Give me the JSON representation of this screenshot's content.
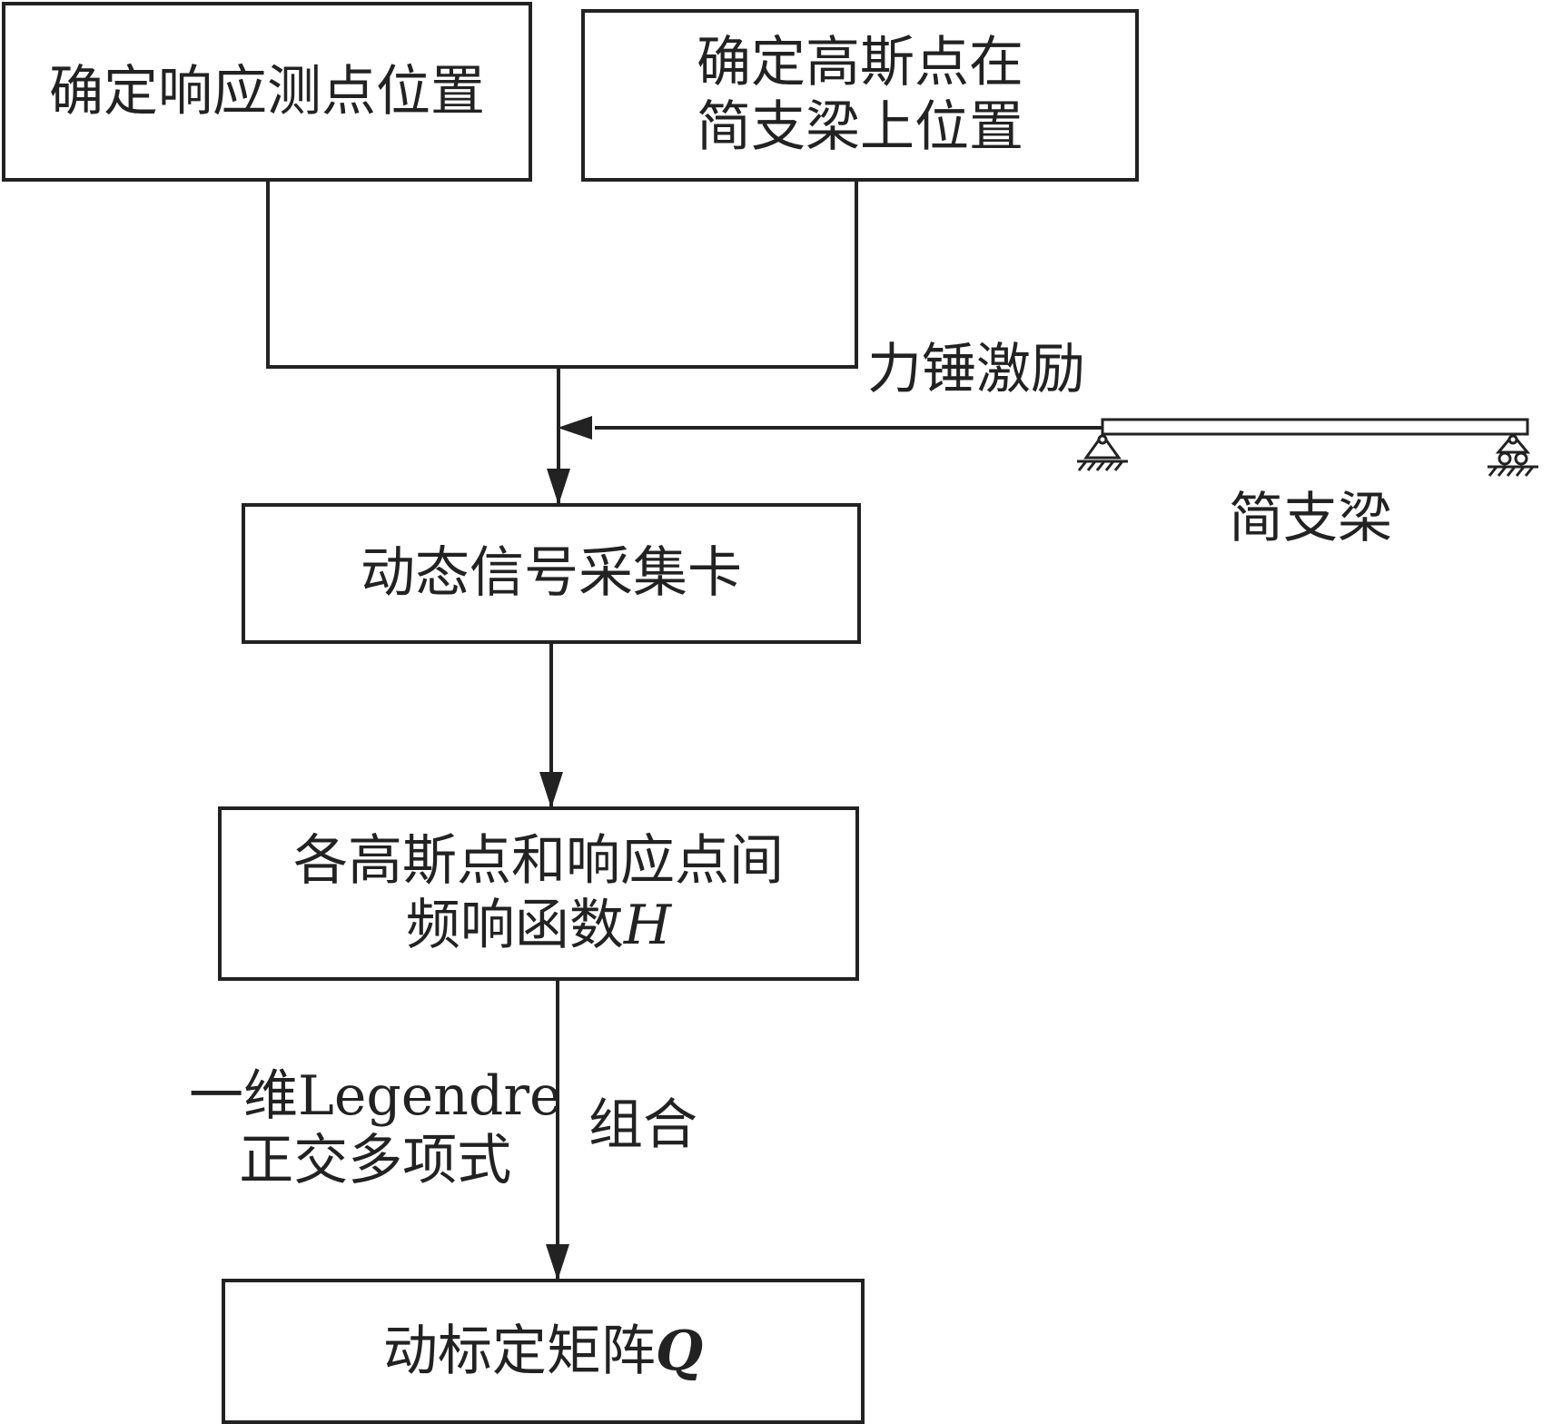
{
  "nodes": {
    "measure_point": "确定响应测点位置",
    "gauss_point": {
      "line1": "确定高斯点在",
      "line2": "简支梁上位置"
    },
    "daq_card": "动态信号采集卡",
    "frf": {
      "line1": "各高斯点和响应点间",
      "line2_text": "频响函数",
      "line2_var": "H"
    },
    "calib_matrix": {
      "text": "动标定矩阵",
      "var": "Q"
    }
  },
  "labels": {
    "hammer": "力锤激励",
    "beam": "简支梁",
    "legendre": {
      "line1": "一维Legendre",
      "line2": "正交多项式"
    },
    "combine": "组合"
  }
}
